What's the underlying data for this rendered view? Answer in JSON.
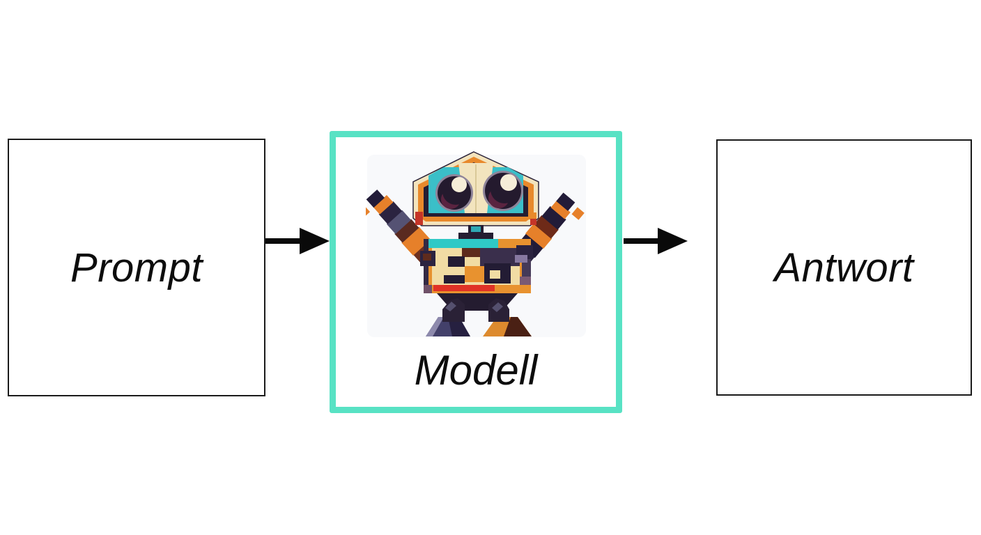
{
  "diagram": {
    "nodes": [
      {
        "id": "prompt",
        "label": "Prompt"
      },
      {
        "id": "modell",
        "label": "Modell",
        "icon": "robot-icon"
      },
      {
        "id": "antwort",
        "label": "Antwort"
      }
    ],
    "edges": [
      {
        "from": "prompt",
        "to": "modell"
      },
      {
        "from": "modell",
        "to": "antwort"
      }
    ],
    "colors": {
      "model_box_border": "#58E2C4",
      "io_box_border": "#1A1A1A",
      "label_text": "#0D0D0D",
      "arrow": "#0A0A0A"
    },
    "robot_palette": {
      "navy": "#241C30",
      "teal": "#3BBFC8",
      "cream": "#F2E2B6",
      "orange": "#E8892B",
      "red": "#D23528",
      "brown": "#6E3120",
      "slate": "#555273",
      "eye_ring": "#8E8499",
      "eye_highlight": "#F6EDD8",
      "maroon": "#5A2440"
    }
  }
}
